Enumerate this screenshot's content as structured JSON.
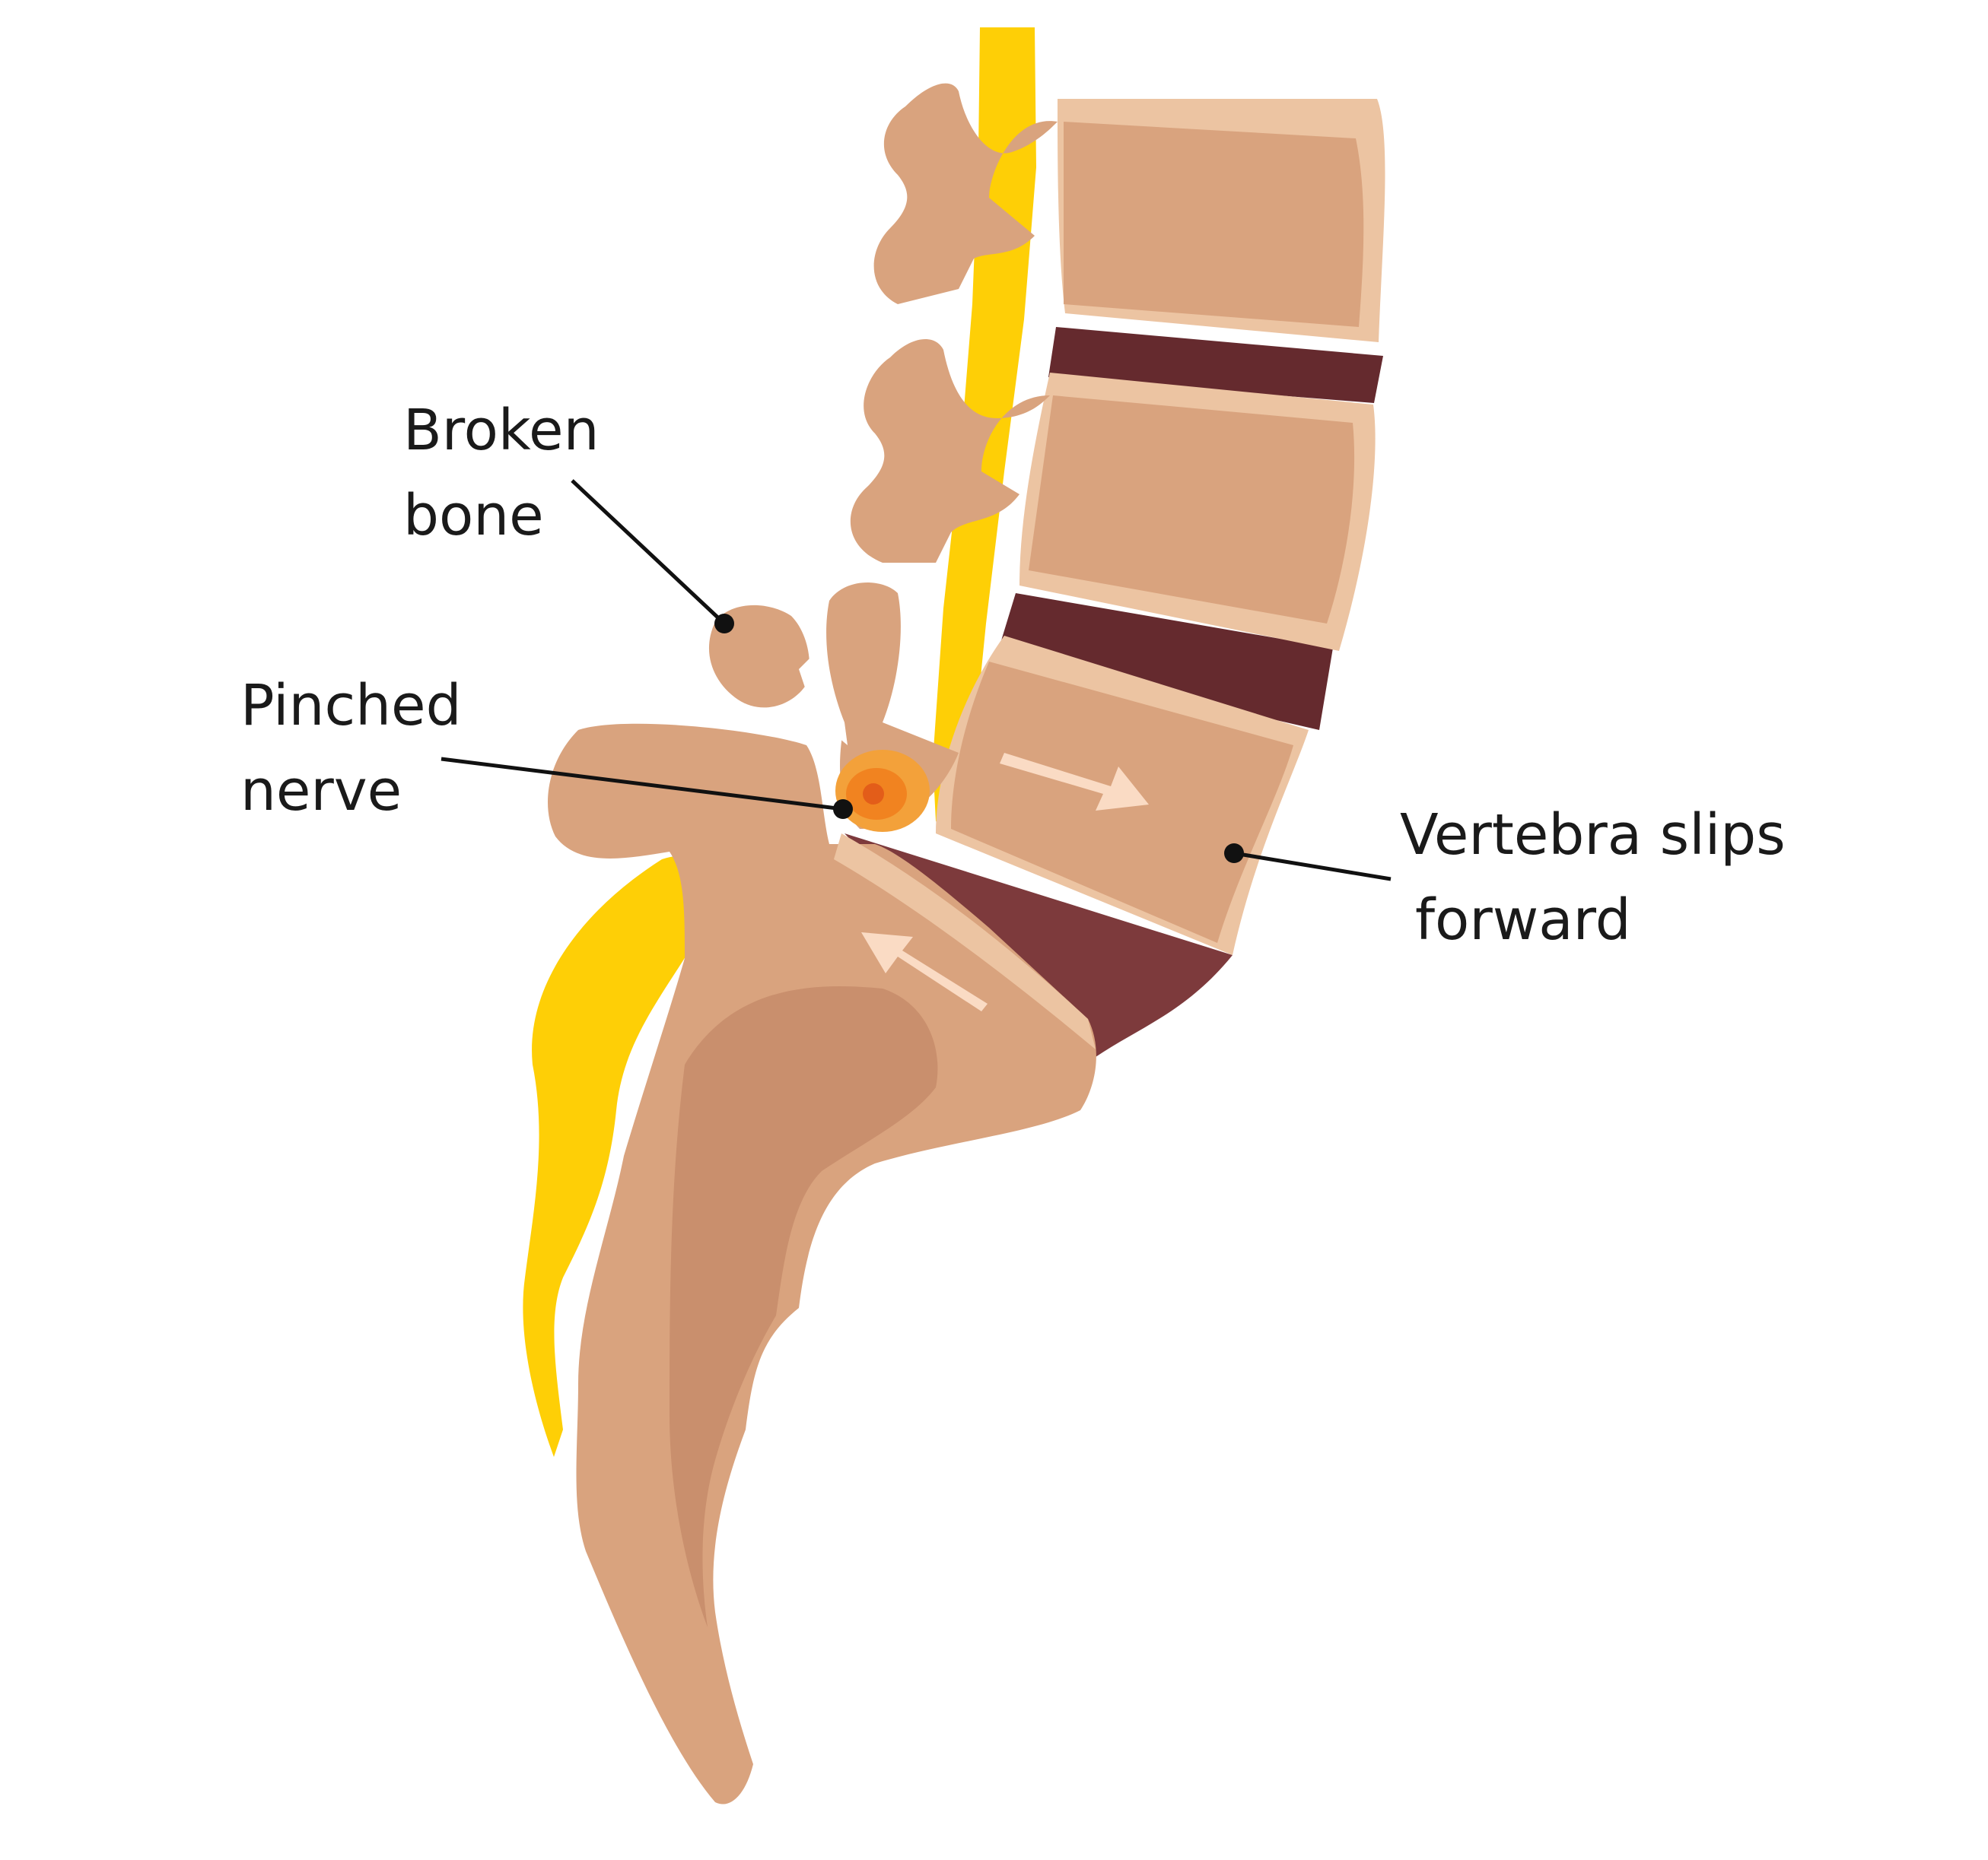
{
  "labels": {
    "broken_bone": {
      "line1": "Broken",
      "line2": "bone"
    },
    "pinched_nerve": {
      "line1": "Pinched",
      "line2": "nerve"
    },
    "vertebra_slips": {
      "line1": "Vertebra slips",
      "line2": "forward"
    }
  },
  "colors": {
    "bone": "#d9a37e",
    "bone_shadow": "#c98f6d",
    "cartilage": "#ecc4a2",
    "disc": "#652a2e",
    "disc_light": "#7d3a3c",
    "nerve": "#fecf06",
    "pinch": "#f07a18",
    "arrow": "#fadbc4",
    "text": "#1a1a1a"
  }
}
